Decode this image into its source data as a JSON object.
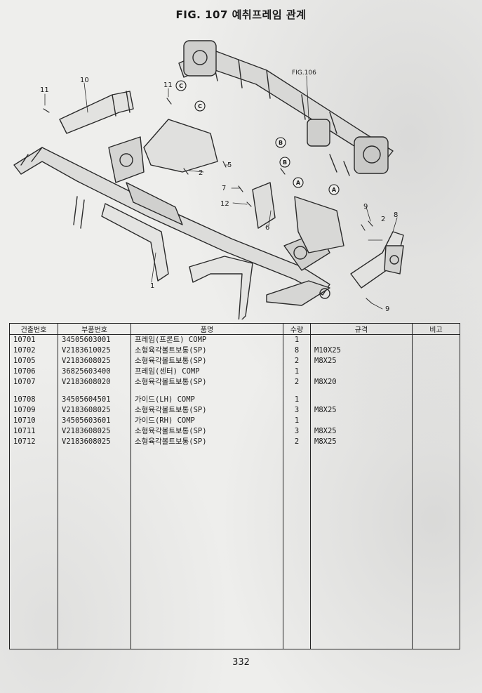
{
  "title": "FIG. 107 예취프레임 관계",
  "diagram": {
    "callouts": [
      "1",
      "2",
      "2",
      "5",
      "6",
      "7",
      "8",
      "9",
      "9",
      "10",
      "11",
      "11",
      "12"
    ],
    "circled_letters": [
      "C",
      "C",
      "B",
      "B",
      "A",
      "A"
    ],
    "reference": "FIG.106"
  },
  "table": {
    "headers": [
      "건출번호",
      "부품번호",
      "품명",
      "수량",
      "규격",
      "비고"
    ],
    "rows": [
      {
        "no": "10701",
        "part": "34505603001",
        "name": "프레임(프론트) COMP",
        "qty": "1",
        "spec": "",
        "note": ""
      },
      {
        "no": "10702",
        "part": "V2183610025",
        "name": "소형육각볼트보통(SP)",
        "qty": "8",
        "spec": "M10X25",
        "note": ""
      },
      {
        "no": "10705",
        "part": "V2183608025",
        "name": "소형육각볼트보통(SP)",
        "qty": "2",
        "spec": "M8X25",
        "note": ""
      },
      {
        "no": "10706",
        "part": "36825603400",
        "name": "프레임(센터) COMP",
        "qty": "1",
        "spec": "",
        "note": ""
      },
      {
        "no": "10707",
        "part": "V2183608020",
        "name": "소형육각볼트보통(SP)",
        "qty": "2",
        "spec": "M8X20",
        "note": ""
      },
      {
        "no": "10708",
        "part": "34505604501",
        "name": "가이드(LH) COMP",
        "qty": "1",
        "spec": "",
        "note": ""
      },
      {
        "no": "10709",
        "part": "V2183608025",
        "name": "소형육각볼트보통(SP)",
        "qty": "3",
        "spec": "M8X25",
        "note": ""
      },
      {
        "no": "10710",
        "part": "34505603601",
        "name": "가이드(RH) COMP",
        "qty": "1",
        "spec": "",
        "note": ""
      },
      {
        "no": "10711",
        "part": "V2183608025",
        "name": "소형육각볼트보통(SP)",
        "qty": "3",
        "spec": "M8X25",
        "note": ""
      },
      {
        "no": "10712",
        "part": "V2183608025",
        "name": "소형육각볼트보통(SP)",
        "qty": "2",
        "spec": "M8X25",
        "note": ""
      }
    ]
  },
  "page_number": "332"
}
